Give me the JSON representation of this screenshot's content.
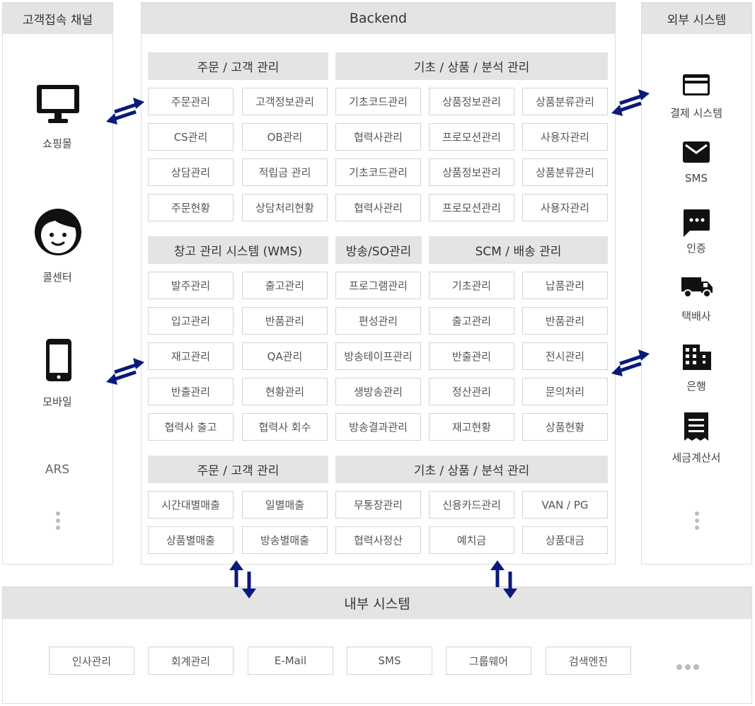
{
  "channels": {
    "title": "고객접속 채널",
    "items": [
      {
        "label": "쇼핑몰",
        "icon": "monitor-icon"
      },
      {
        "label": "콜센터",
        "icon": "face-icon"
      },
      {
        "label": "모바일",
        "icon": "smartphone-icon"
      },
      {
        "label": "ARS",
        "icon": ""
      }
    ]
  },
  "backend": {
    "title": "Backend",
    "sections": [
      {
        "title": "주문 / 고객 관리"
      },
      {
        "title": "기초 / 상품 / 분석 관리"
      },
      {
        "title": "창고 관리 시스템 (WMS)"
      },
      {
        "title": "방송/SO관리"
      },
      {
        "title": "SCM / 배송 관리"
      },
      {
        "title": "주문 / 고객 관리"
      },
      {
        "title": "기초 / 상품 / 분석 관리"
      }
    ],
    "cells": [
      "주문관리",
      "고객정보관리",
      "기초코드관리",
      "상품정보관리",
      "상품분류관리",
      "CS관리",
      "OB관리",
      "협력사관리",
      "프로모션관리",
      "사용자관리",
      "상담관리",
      "적립금 관리",
      "기초코드관리",
      "상품정보관리",
      "상품분류관리",
      "주문현황",
      "상담처리현황",
      "협력사관리",
      "프로모션관리",
      "사용자관리",
      "발주관리",
      "출고관리",
      "프로그램관리",
      "기초관리",
      "납품관리",
      "입고관리",
      "반품관리",
      "편성관리",
      "출고관리",
      "반품관리",
      "재고관리",
      "QA관리",
      "방송테이프관리",
      "반출관리",
      "전시관리",
      "반출관리",
      "현황관리",
      "생방송관리",
      "정산관리",
      "문의처리",
      "협력사 출고",
      "협력사 회수",
      "방송결과관리",
      "재고현황",
      "상품현황",
      "시간대별매출",
      "일별매출",
      "무통장관리",
      "신용카드관리",
      "VAN / PG",
      "상품별매출",
      "방송별매출",
      "협력사정산",
      "예치금",
      "상품대금"
    ]
  },
  "external": {
    "title": "외부 시스템",
    "items": [
      {
        "label": "결제 시스템",
        "icon": "credit-card-icon"
      },
      {
        "label": "SMS",
        "icon": "envelope-icon"
      },
      {
        "label": "인증",
        "icon": "chat-bubble-icon"
      },
      {
        "label": "택배사",
        "icon": "truck-icon"
      },
      {
        "label": "은행",
        "icon": "building-icon"
      },
      {
        "label": "세금계산서",
        "icon": "receipt-icon"
      }
    ]
  },
  "internal": {
    "title": "내부 시스템",
    "items": [
      "인사관리",
      "회계관리",
      "E-Mail",
      "SMS",
      "그룹웨어",
      "검색엔진"
    ]
  },
  "colors": {
    "accent": "#0a1a7a",
    "header_bg": "#e4e4e4",
    "border": "#d4d4d4"
  }
}
